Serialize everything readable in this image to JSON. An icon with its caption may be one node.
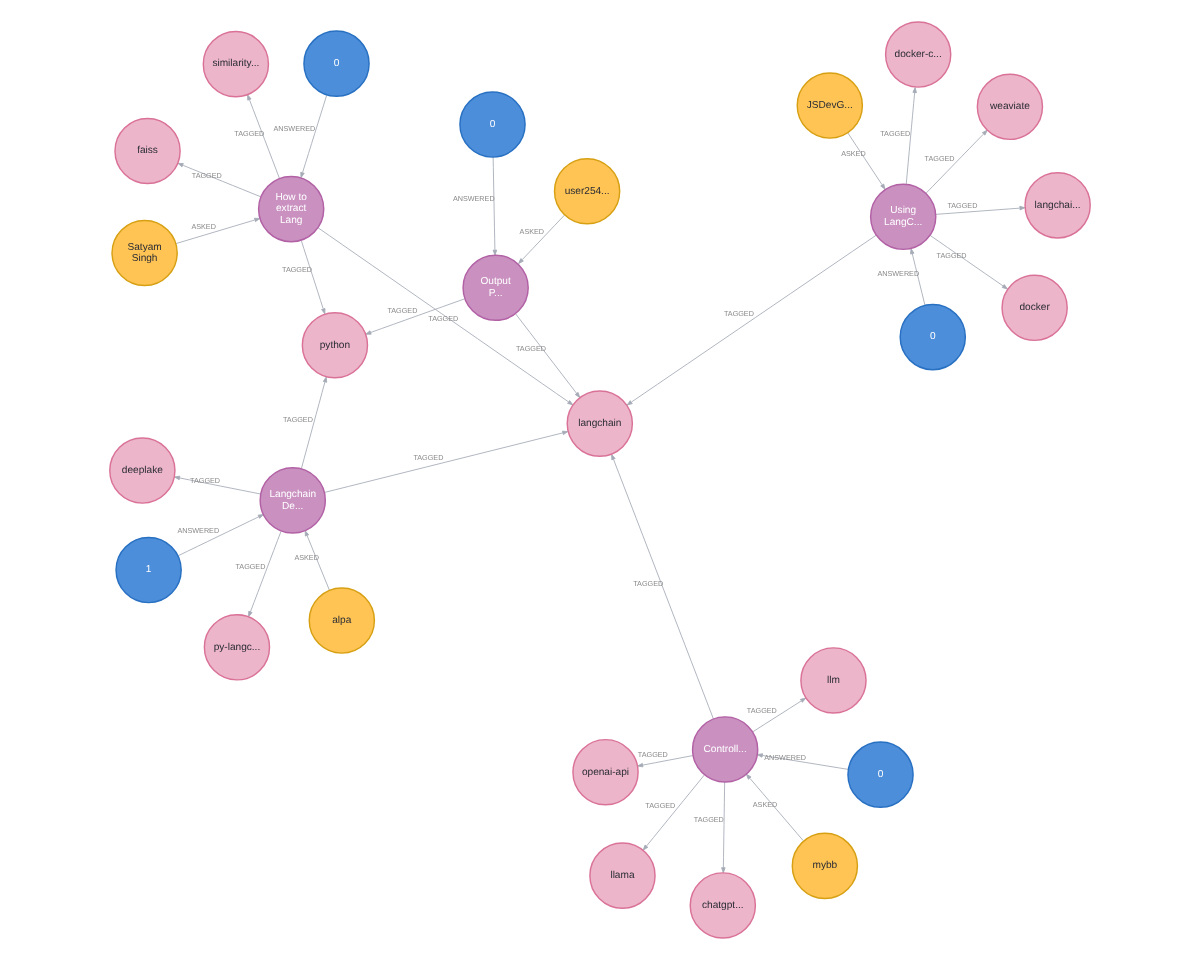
{
  "diagram": {
    "nodes": [
      {
        "text": [
          "llm"
        ]
      },
      {
        "text": [
          "mybb"
        ]
      },
      {
        "text": [
          "0"
        ]
      },
      {
        "text": [
          "chatgpt..."
        ]
      },
      {
        "text": [
          "openai-api"
        ]
      },
      {
        "text": [
          "Controll..."
        ]
      },
      {
        "text": [
          "user254..."
        ]
      },
      {
        "text": [
          "llama"
        ]
      },
      {
        "text": [
          "0"
        ]
      },
      {
        "text": [
          "docker"
        ]
      },
      {
        "text": [
          "Output P..."
        ]
      },
      {
        "text": [
          "langchai..."
        ]
      },
      {
        "text": [
          "Satyam Singh"
        ]
      },
      {
        "text": [
          "langchain"
        ]
      },
      {
        "text": [
          "0"
        ]
      },
      {
        "text": [
          "Using LangC..."
        ]
      },
      {
        "text": [
          "0"
        ]
      },
      {
        "text": [
          "How to extract Lang"
        ]
      },
      {
        "text": [
          "python"
        ]
      },
      {
        "text": [
          "docker-c..."
        ]
      },
      {
        "text": [
          "similarity..."
        ]
      },
      {
        "text": [
          "weaviate"
        ]
      },
      {
        "text": [
          "JSDevG..."
        ]
      },
      {
        "text": [
          "faiss"
        ]
      },
      {
        "text": [
          "Langchain De..."
        ]
      },
      {
        "text": [
          "alpa"
        ]
      },
      {
        "text": [
          "1"
        ]
      },
      {
        "text": [
          "deeplake"
        ]
      },
      {
        "text": [
          "py-langc..."
        ]
      }
    ],
    "edges": [
      {
        "from": 1,
        "to": 5,
        "arrow": "to",
        "label": "ASKED"
      },
      {
        "from": 5,
        "to": 0,
        "arrow": "to",
        "label": "TAGGED"
      },
      {
        "from": 2,
        "to": 5,
        "arrow": "to",
        "label": "ANSWERED"
      },
      {
        "from": 5,
        "to": 3,
        "arrow": "to",
        "label": "TAGGED"
      },
      {
        "from": 5,
        "to": 4,
        "arrow": "to",
        "label": "TAGGED"
      },
      {
        "from": 5,
        "to": 7,
        "arrow": "to",
        "label": "TAGGED"
      },
      {
        "from": 5,
        "to": 13,
        "arrow": "to",
        "label": "TAGGED"
      },
      {
        "from": 6,
        "to": 10,
        "arrow": "to",
        "label": "ASKED"
      },
      {
        "from": 8,
        "to": 10,
        "arrow": "to",
        "label": "ANSWERED"
      },
      {
        "from": 10,
        "to": 13,
        "arrow": "to",
        "label": "TAGGED"
      },
      {
        "from": 10,
        "to": 18,
        "arrow": "to",
        "label": "TAGGED"
      },
      {
        "from": 15,
        "to": 9,
        "arrow": "to",
        "label": "TAGGED"
      },
      {
        "from": 15,
        "to": 11,
        "arrow": "to",
        "label": "TAGGED"
      },
      {
        "from": 14,
        "to": 15,
        "arrow": "to",
        "label": "ANSWERED"
      },
      {
        "from": 15,
        "to": 19,
        "arrow": "to",
        "label": "TAGGED"
      },
      {
        "from": 22,
        "to": 15,
        "arrow": "to",
        "label": "ASKED"
      },
      {
        "from": 15,
        "to": 21,
        "arrow": "to",
        "label": "TAGGED"
      },
      {
        "from": 15,
        "to": 13,
        "arrow": "to",
        "label": "TAGGED"
      },
      {
        "from": 12,
        "to": 17,
        "arrow": "to",
        "label": "ASKED"
      },
      {
        "from": 16,
        "to": 17,
        "arrow": "to",
        "label": "ANSWERED"
      },
      {
        "from": 17,
        "to": 20,
        "arrow": "to",
        "label": "TAGGED"
      },
      {
        "from": 17,
        "to": 23,
        "arrow": "to",
        "label": "TAGGED"
      },
      {
        "from": 17,
        "to": 18,
        "arrow": "to",
        "label": "TAGGED"
      },
      {
        "from": 17,
        "to": 13,
        "arrow": "to",
        "label": "TAGGED"
      },
      {
        "from": 24,
        "to": 13,
        "arrow": "to",
        "label": "TAGGED"
      },
      {
        "from": 24,
        "to": 18,
        "arrow": "to",
        "label": "TAGGED"
      },
      {
        "from": 26,
        "to": 24,
        "arrow": "to",
        "label": "ANSWERED"
      },
      {
        "from": 24,
        "to": 28,
        "arrow": "to",
        "label": "TAGGED"
      },
      {
        "from": 24,
        "to": 27,
        "arrow": "to",
        "label": "TAGGED"
      },
      {
        "from": 25,
        "to": 24,
        "arrow": "to",
        "label": "ASKED"
      }
    ]
  }
}
